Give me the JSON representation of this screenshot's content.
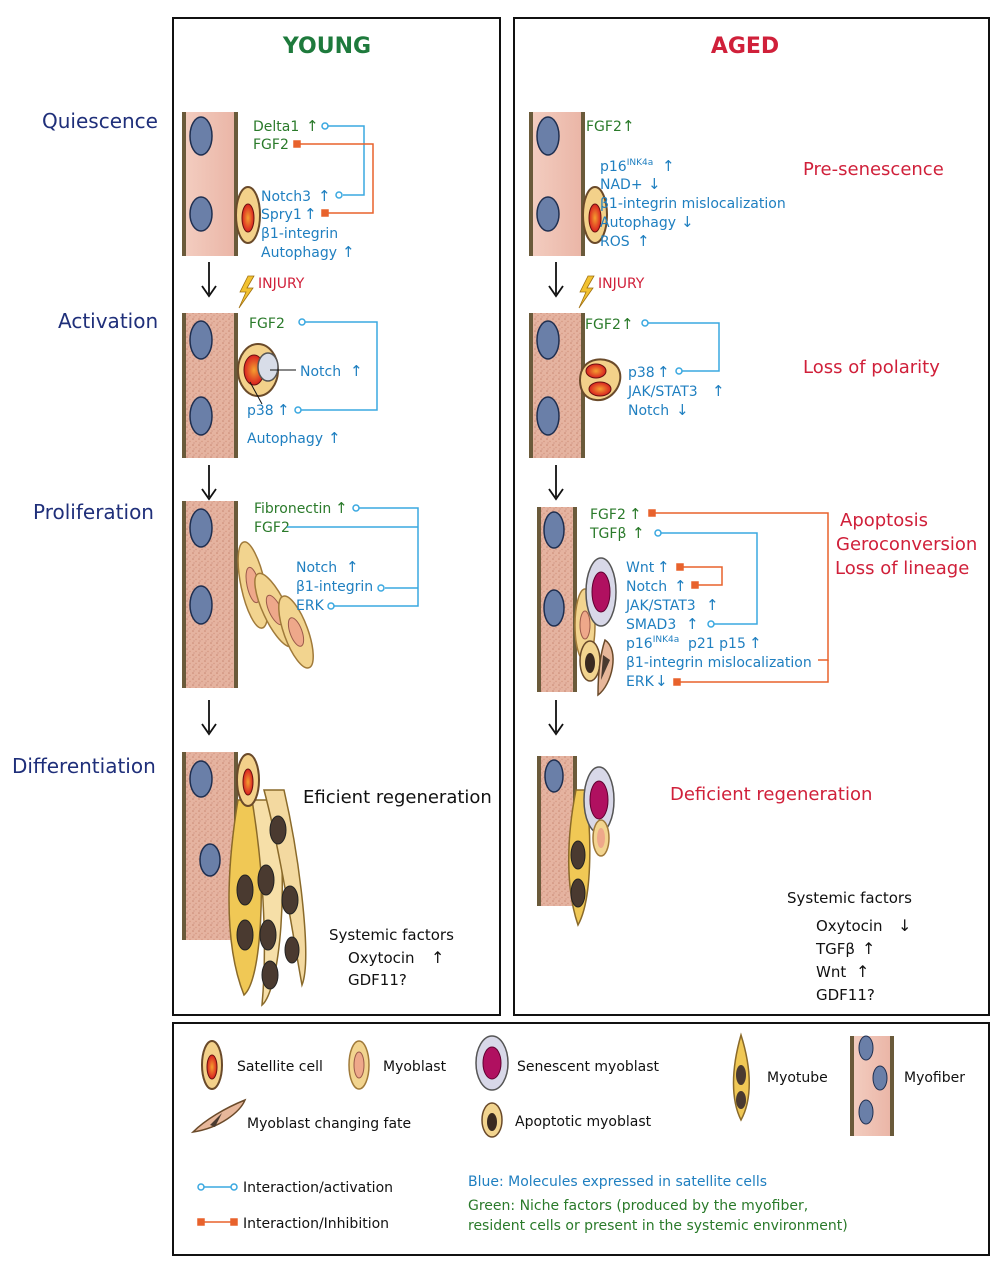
{
  "panels": {
    "young": "YOUNG",
    "aged": "AGED"
  },
  "stages": [
    "Quiescence",
    "Activation",
    "Proliferation",
    "Differentiation"
  ],
  "injury": "INJURY",
  "young": {
    "quiescence": {
      "green": [
        "Delta1",
        "FGF2"
      ],
      "blue": [
        "Notch3",
        "Spry1",
        "β1-integrin",
        "Autophagy"
      ]
    },
    "activation": {
      "green": [
        "FGF2"
      ],
      "blue": [
        "Notch",
        "p38",
        "Autophagy"
      ]
    },
    "proliferation": {
      "green": [
        "Fibronectin",
        "FGF2"
      ],
      "blue": [
        "Notch",
        "β1-integrin",
        "ERK"
      ]
    },
    "differentiation": {
      "outcome": "Eficient regeneration"
    },
    "systemic": {
      "title": "Systemic factors",
      "items": [
        "Oxytocin",
        "GDF11?"
      ]
    }
  },
  "aged": {
    "quiescence": {
      "green": [
        "FGF2"
      ],
      "blue": [
        "p16",
        "NAD+",
        "β1-integrin mislocalization",
        "Autophagy",
        "ROS"
      ],
      "status": "Pre-senescence"
    },
    "activation": {
      "green": [
        "FGF2"
      ],
      "blue": [
        "p38",
        "JAK/STAT3",
        "Notch"
      ],
      "status": "Loss of polarity"
    },
    "proliferation": {
      "green": [
        "FGF2",
        "TGFβ"
      ],
      "blue": [
        "Wnt",
        "Notch",
        "JAK/STAT3",
        "SMAD3",
        "p16",
        "p21 p15",
        "β1-integrin mislocalization",
        "ERK"
      ],
      "status": [
        "Apoptosis",
        "Geroconversion",
        "Loss of lineage"
      ]
    },
    "differentiation": {
      "outcome": "Deficient regeneration"
    },
    "systemic": {
      "title": "Systemic factors",
      "items": [
        "Oxytocin",
        "TGFβ",
        "Wnt",
        "GDF11?"
      ]
    }
  },
  "superscript": "INK4a",
  "arrows": {
    "up": "↑",
    "down": "↓"
  },
  "legend": {
    "satellite": "Satellite cell",
    "myoblast": "Myoblast",
    "senescent": "Senescent myoblast",
    "myotube": "Myotube",
    "myofiber": "Myofiber",
    "changing": "Myoblast changing fate",
    "apoptotic": "Apoptotic myoblast",
    "activation": "Interaction/activation",
    "inhibition": "Interaction/Inhibition",
    "blue_note": "Blue: Molecules expressed in satellite cells",
    "green_note_1": "Green: Niche factors (produced by the myofiber,",
    "green_note_2": "resident cells or present in the systemic environment)"
  },
  "colors": {
    "stage": "#1f2f7a",
    "young": "#1e7a3c",
    "aged": "#d0203a",
    "blue_text": "#1f7fc0",
    "green_text": "#2a7a2a",
    "activation_line": "#3aa8e0",
    "inhibition_line": "#e8622c",
    "fiber": "#e8b8a8"
  }
}
